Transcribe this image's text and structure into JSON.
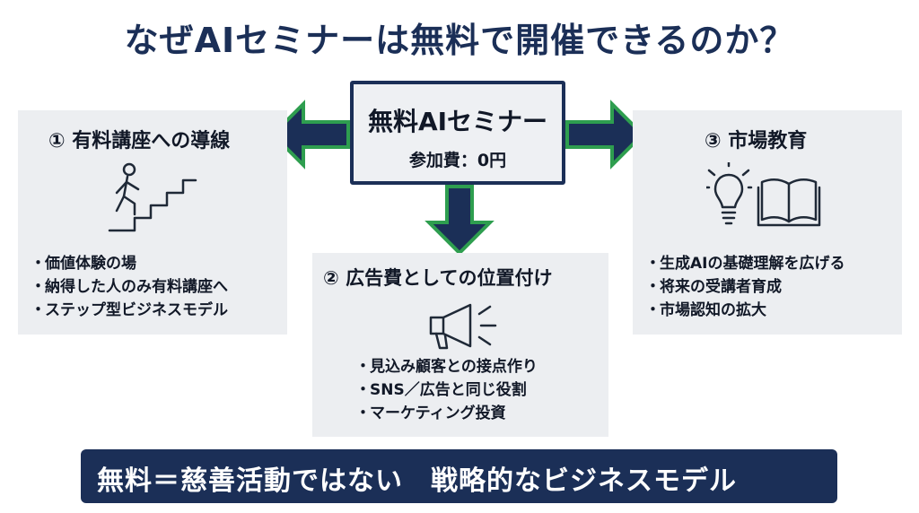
{
  "title": "なぜAIセミナーは無料で開催できるのか？",
  "center": {
    "title": "無料AIセミナー",
    "subtitle": "参加費：0円"
  },
  "panels": {
    "left": {
      "heading": "① 有料講座への導線",
      "icon": "person-climbing-stairs-icon",
      "items": [
        "価値体験の場",
        "納得した人のみ有料講座へ",
        "ステップ型ビジネスモデル"
      ]
    },
    "bottom": {
      "heading": "② 広告費としての位置付け",
      "icon": "megaphone-icon",
      "items": [
        "見込み顧客との接点作り",
        "SNS／広告と同じ役割",
        "マーケティング投資"
      ]
    },
    "right": {
      "heading": "③ 市場教育",
      "icon": "lightbulb-book-icon",
      "items": [
        "生成AIの基礎理解を広げる",
        "将来の受講者育成",
        "市場認知の拡大"
      ]
    }
  },
  "bullet": "・",
  "banner": "無料＝慈善活動ではない　戦略的なビジネスモデル",
  "colors": {
    "navy": "#1b2f57",
    "green": "#2e9e4f",
    "panel": "#eceef1"
  }
}
